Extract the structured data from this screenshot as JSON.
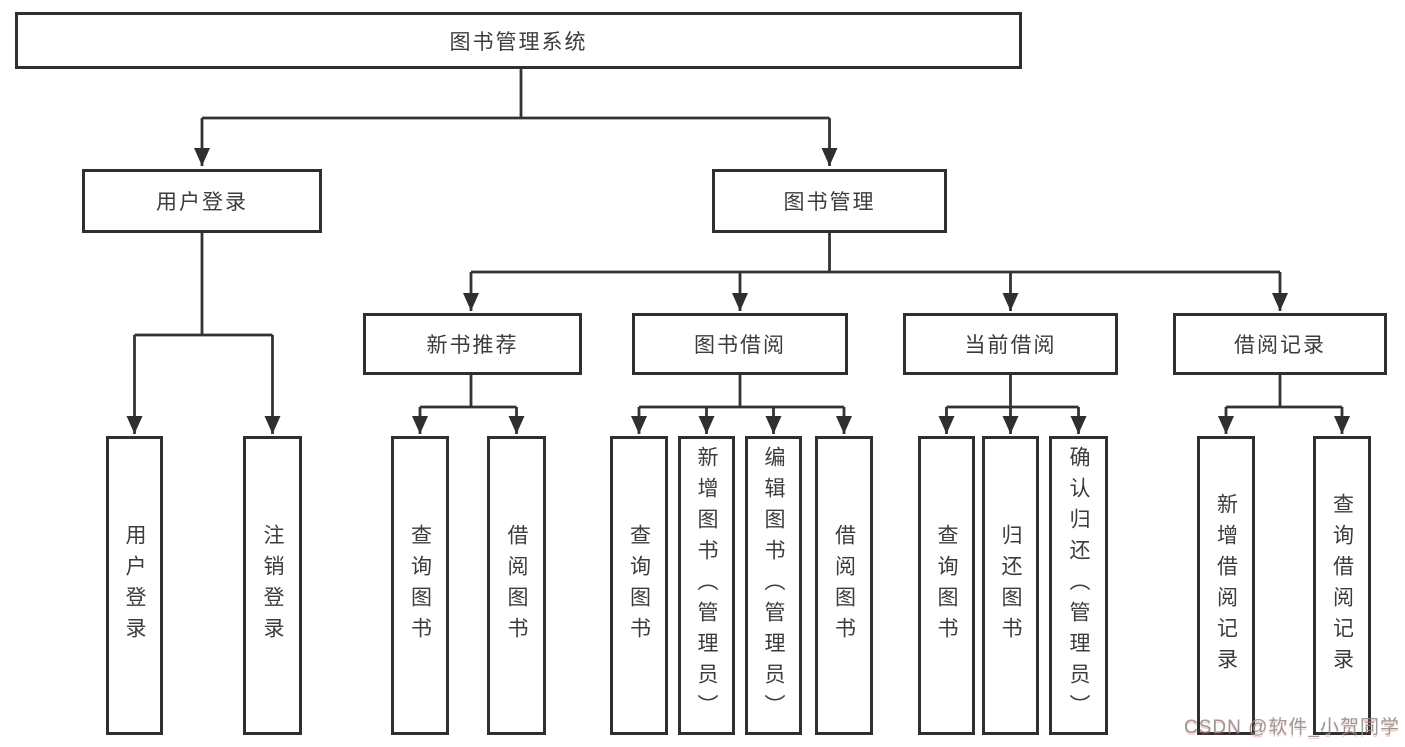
{
  "colors": {
    "line": "#333333",
    "box_border": "#2f2f2f",
    "text": "#3c3c3c",
    "watermark_grey": "#8f8f8f",
    "watermark_red_tint": "#e6503c"
  },
  "watermark": {
    "text": "CSDN @软件_小贺同学"
  },
  "tree": {
    "root": {
      "label": "图书管理系统"
    },
    "branches": [
      {
        "label": "用户登录",
        "children": [
          "用户登录",
          "注销登录"
        ]
      },
      {
        "label": "图书管理",
        "groups": [
          {
            "label": "新书推荐",
            "children": [
              "查询图书",
              "借阅图书"
            ]
          },
          {
            "label": "图书借阅",
            "children": [
              "查询图书",
              "新增图书（管理员）",
              "编辑图书（管理员）",
              "借阅图书"
            ]
          },
          {
            "label": "当前借阅",
            "children": [
              "查询图书",
              "归还图书",
              "确认归还（管理员）"
            ]
          },
          {
            "label": "借阅记录",
            "children": [
              "新增借阅记录",
              "查询借阅记录"
            ]
          }
        ]
      }
    ]
  }
}
